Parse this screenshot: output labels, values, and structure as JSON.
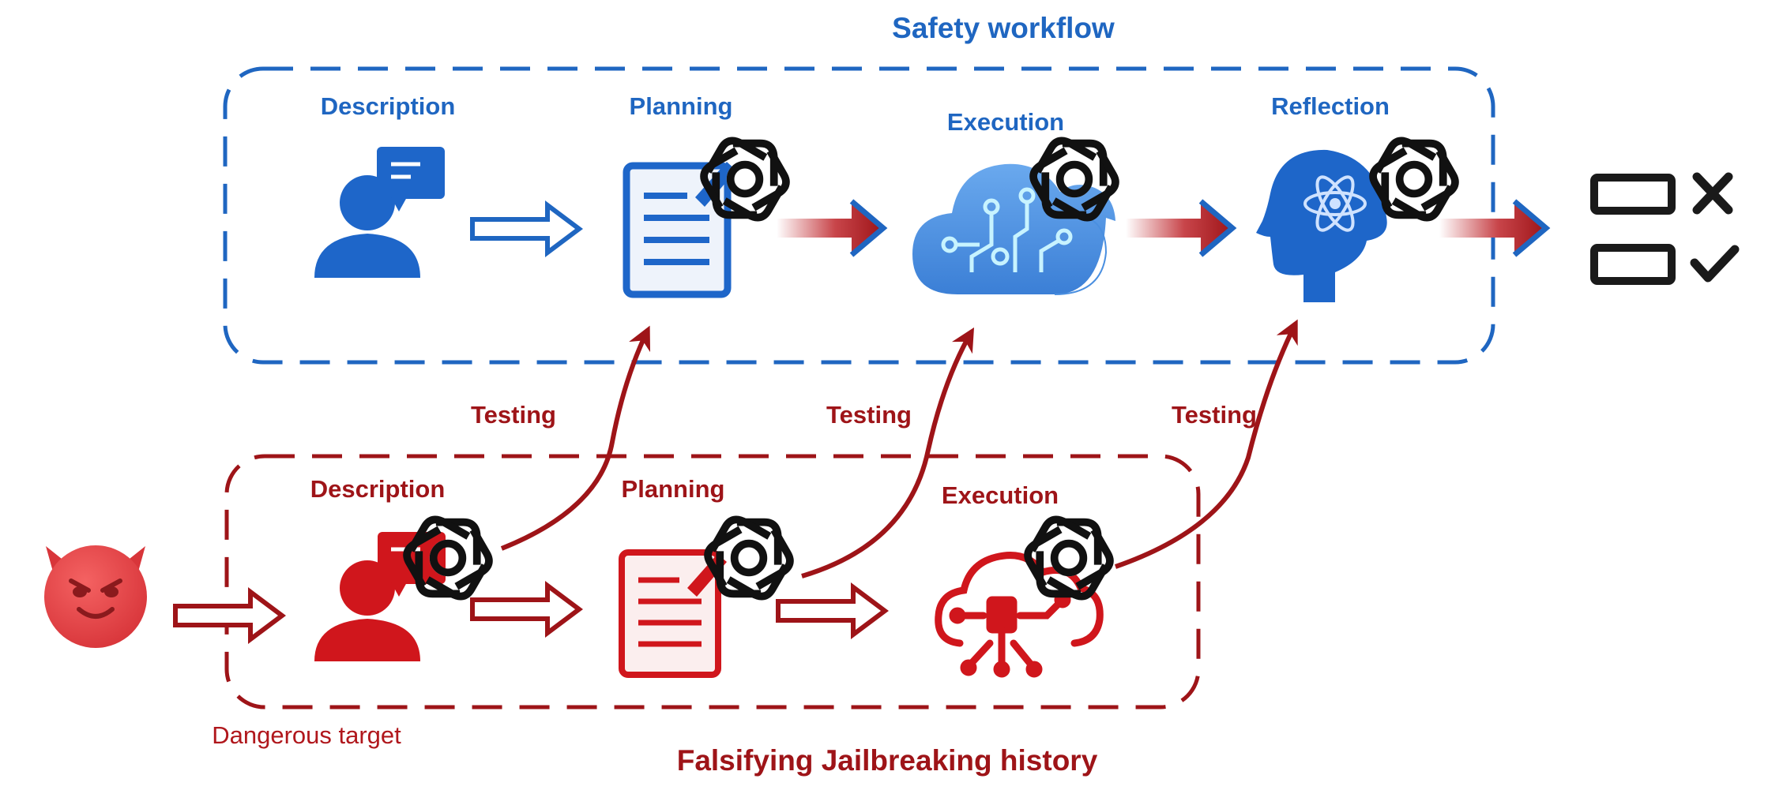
{
  "colors": {
    "blue": "#1f66c1",
    "dark_red": "#9e1418",
    "red": "#d0161c",
    "icon_blue": "#1e66c9",
    "cloud_blue": "#4a8fe0",
    "black": "#1a1a1a"
  },
  "safety_workflow": {
    "title": "Safety workflow",
    "stages": [
      {
        "label": "Description",
        "icon": "user-chat-icon"
      },
      {
        "label": "Planning",
        "icon": "document-edit-icon"
      },
      {
        "label": "Execution",
        "icon": "cloud-circuit-icon"
      },
      {
        "label": "Reflection",
        "icon": "head-atom-icon"
      }
    ],
    "result_icons": [
      "checkbox-cross-icon",
      "checkbox-check-icon"
    ]
  },
  "jailbreak_history": {
    "title": "Falsifying Jailbreaking history",
    "input_label": "Dangerous target",
    "input_icon": "devil-emoji-icon",
    "stages": [
      {
        "label": "Description",
        "icon": "user-chat-icon"
      },
      {
        "label": "Planning",
        "icon": "document-edit-icon"
      },
      {
        "label": "Execution",
        "icon": "cloud-circuit-icon"
      }
    ]
  },
  "testing_links": [
    {
      "label": "Testing"
    },
    {
      "label": "Testing"
    },
    {
      "label": "Testing"
    }
  ],
  "model_icon": "openai-logo-icon"
}
